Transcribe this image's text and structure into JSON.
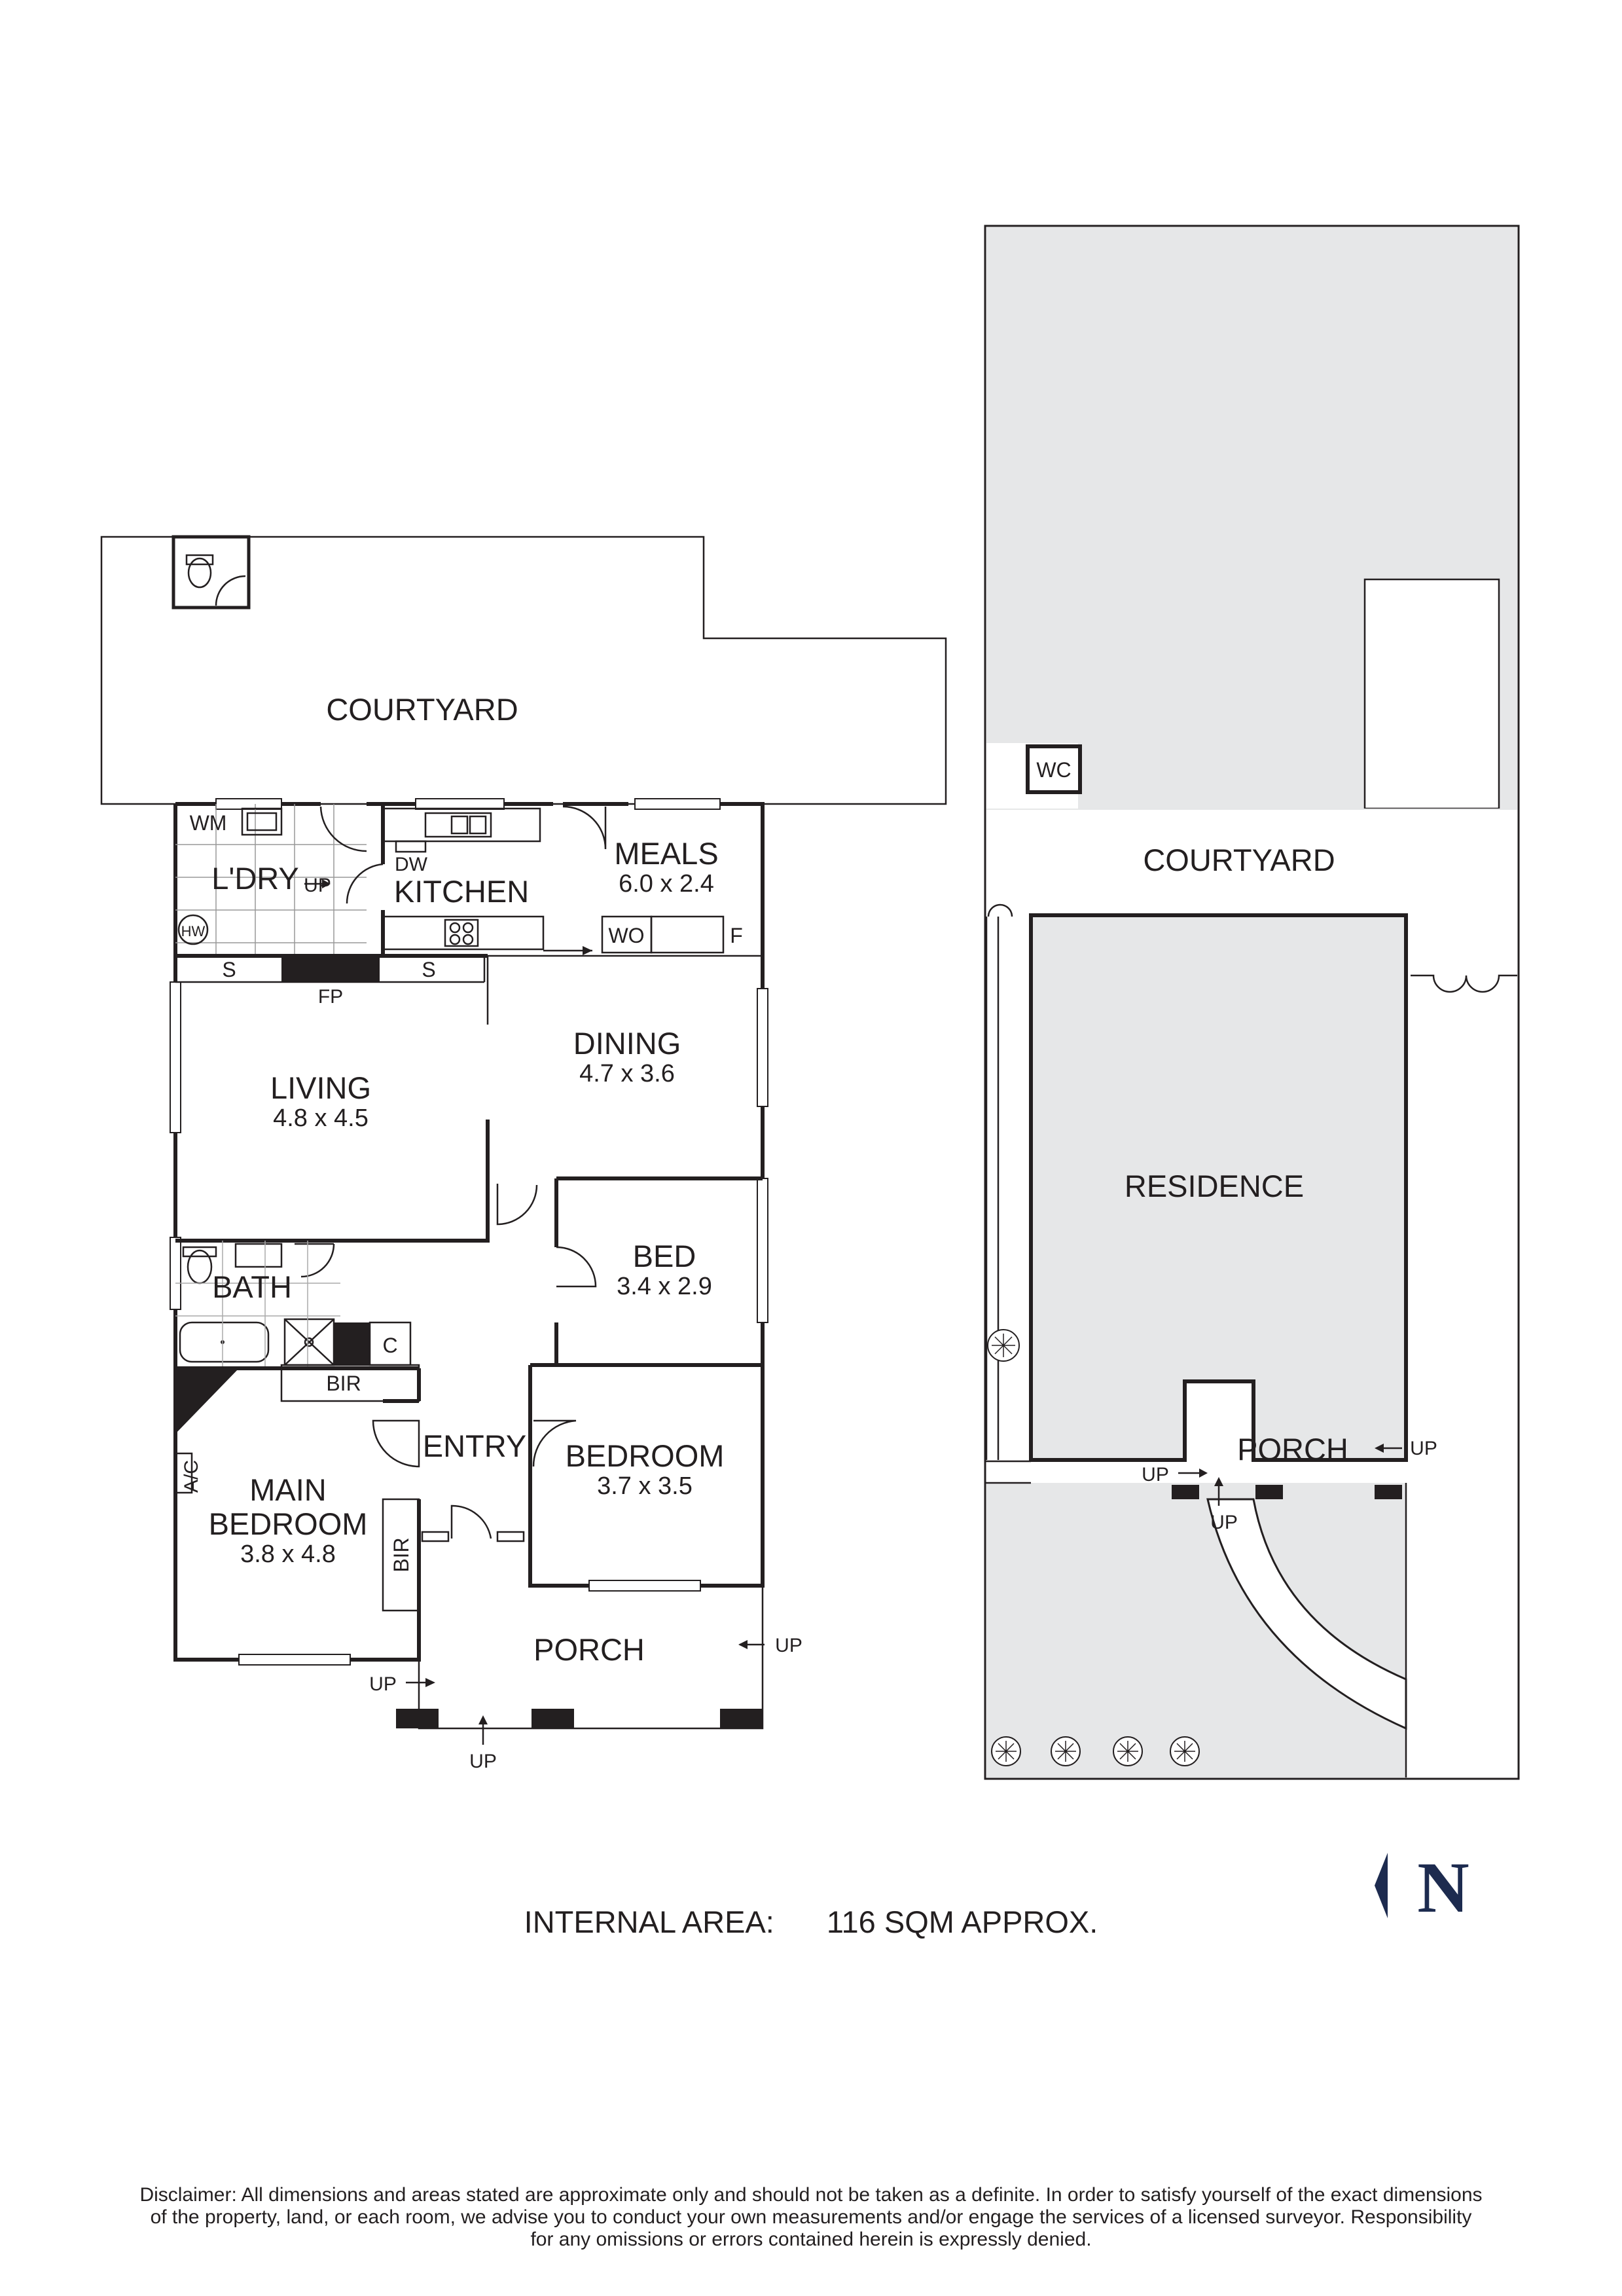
{
  "rooms": {
    "courtyard_main": "COURTYARD",
    "laundry": "L'DRY",
    "kitchen": "KITCHEN",
    "meals": "MEALS",
    "meals_dim": "6.0 x 2.4",
    "living": "LIVING",
    "living_dim": "4.8 x 4.5",
    "dining": "DINING",
    "dining_dim": "4.7 x 3.6",
    "bath": "BATH",
    "bed": "BED",
    "bed_dim": "3.4 x 2.9",
    "entry": "ENTRY",
    "bedroom": "BEDROOM",
    "bedroom_dim": "3.7 x 3.5",
    "main_bedroom_1": "MAIN",
    "main_bedroom_2": "BEDROOM",
    "main_bedroom_dim": "3.8 x 4.8",
    "porch": "PORCH"
  },
  "fixtures": {
    "wm": "WM",
    "hw": "HW",
    "dw": "DW",
    "wo": "WO",
    "f": "F",
    "s_left": "S",
    "s_right": "S",
    "fp": "FP",
    "c": "C",
    "bir_bath": "BIR",
    "bir_main": "BIR",
    "ac": "A/C",
    "up_laundry": "UP",
    "up_porch_left": "UP",
    "up_porch_right": "UP",
    "up_porch_bottom": "UP"
  },
  "site": {
    "courtyard": "COURTYARD",
    "residence": "RESIDENCE",
    "porch": "PORCH",
    "wc": "WC",
    "up_right": "UP",
    "up_left": "UP",
    "up_bottom": "UP"
  },
  "north_label": "N",
  "area_label": "INTERNAL AREA:",
  "area_value": "116 SQM APPROX.",
  "disclaimer_1": "Disclaimer: All dimensions and areas stated are approximate only and should not be taken as a definite. In order to satisfy yourself of the exact dimensions",
  "disclaimer_2": "of the property, land, or each room, we advise you to conduct your own measurements and/or engage the services of a licensed surveyor. Responsibility",
  "disclaimer_3": "for any omissions or errors contained herein is expressly denied.",
  "colors": {
    "ink": "#231f20",
    "shade": "#e6e7e8",
    "navy": "#1d2b4f"
  }
}
